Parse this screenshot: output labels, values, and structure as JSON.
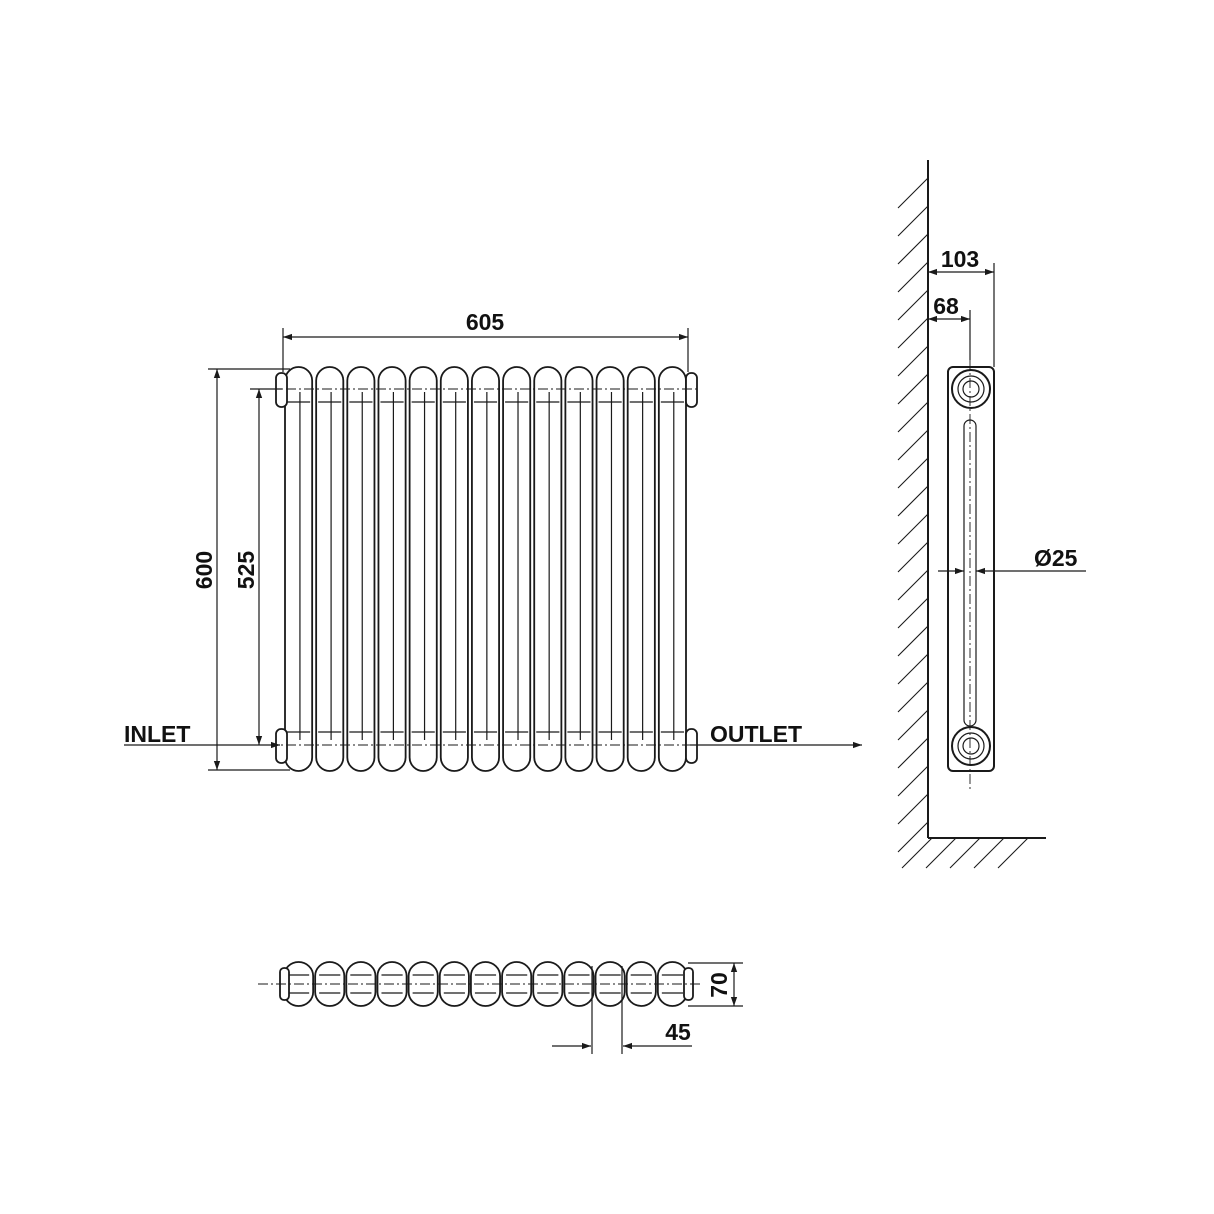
{
  "front_view": {
    "width_label": "605",
    "height_label": "600",
    "centers_label": "525",
    "inlet_label": "INLET",
    "outlet_label": "OUTLET",
    "column_count": 13
  },
  "side_view": {
    "depth_label": "103",
    "wall_offset_label": "68",
    "pipe_label": "Ø25"
  },
  "top_view": {
    "depth_label": "70",
    "pitch_label": "45"
  },
  "colors": {
    "line": "#1a1a1a",
    "background": "#ffffff"
  }
}
